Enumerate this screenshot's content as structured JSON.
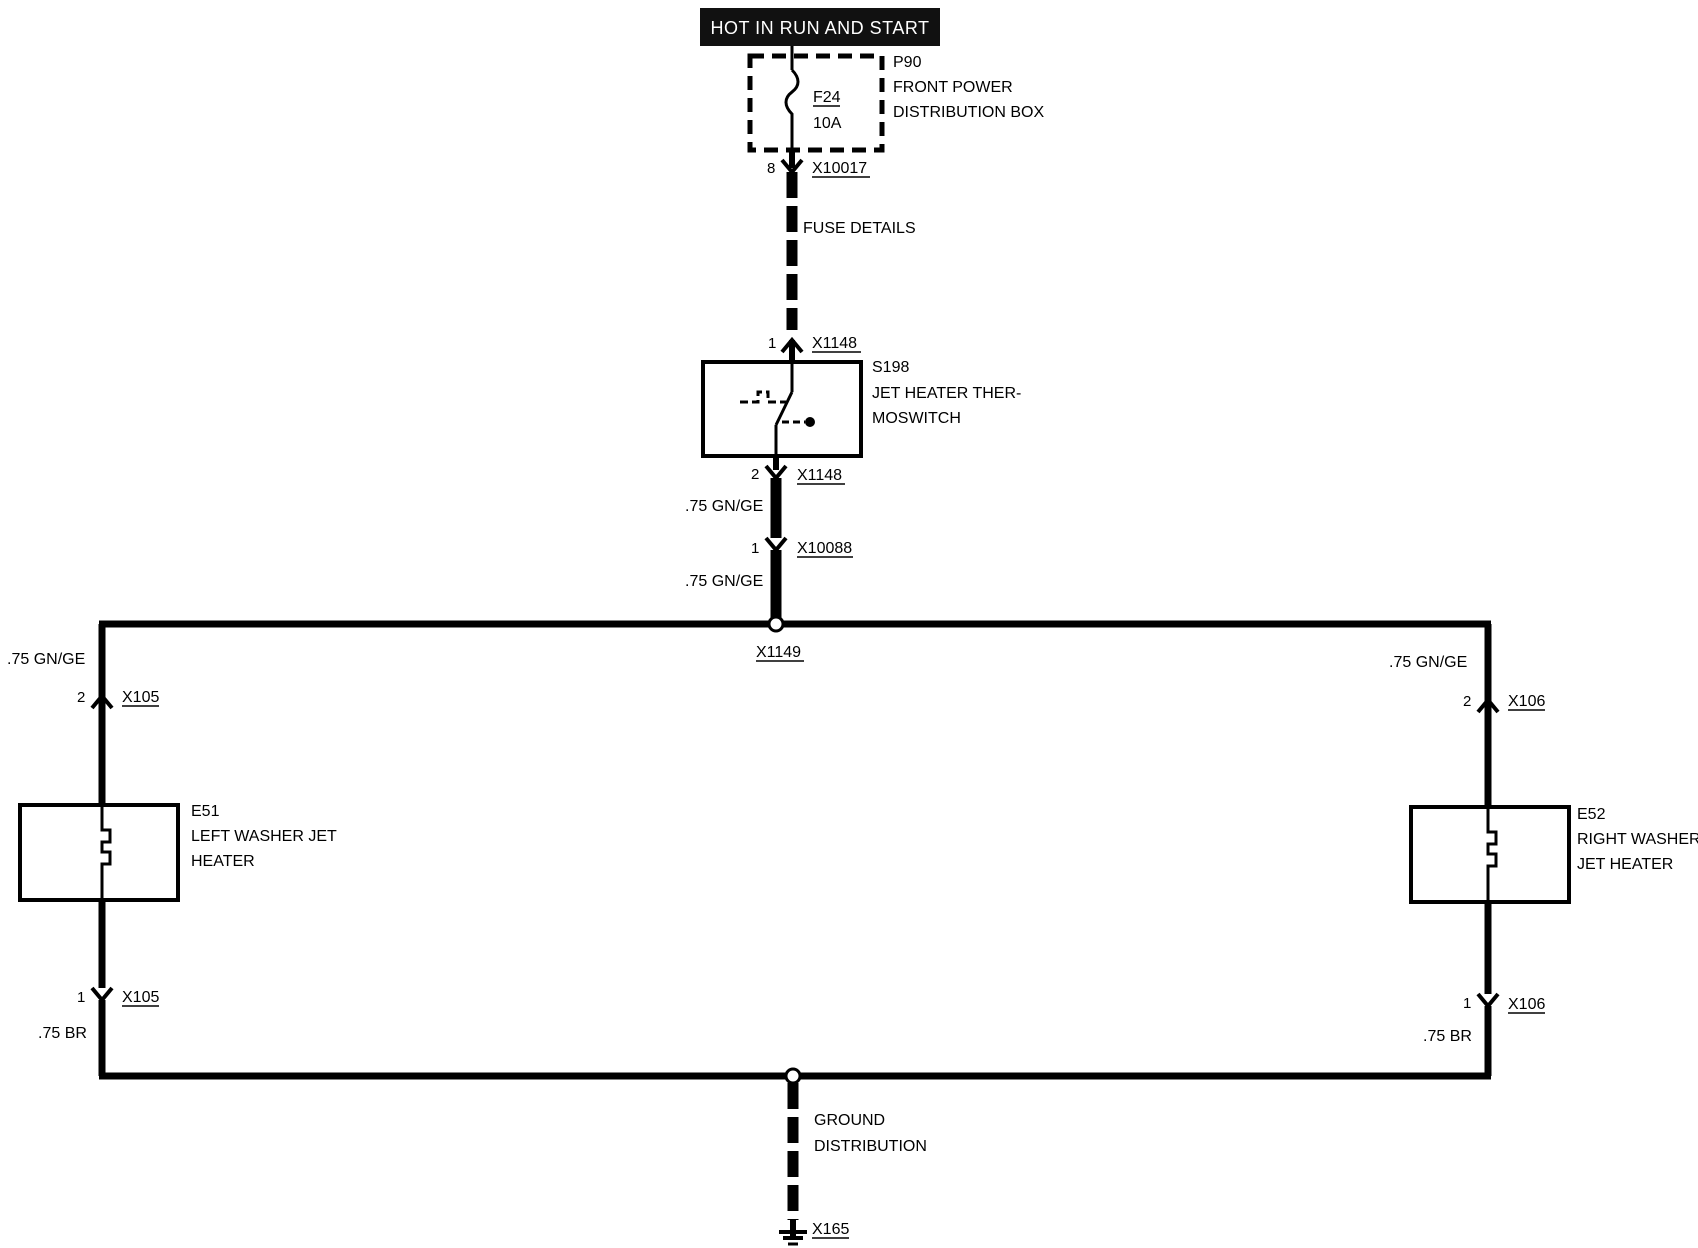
{
  "header": {
    "label": "HOT IN RUN AND START"
  },
  "fuse_box": {
    "id": "P90",
    "name_line1": "FRONT POWER",
    "name_line2": "DISTRIBUTION BOX",
    "fuse_id": "F24",
    "fuse_rating": "10A",
    "pin": "8",
    "connector": "X10017"
  },
  "fuse_details": "FUSE DETAILS",
  "thermoswitch": {
    "id": "S198",
    "name_line1": "JET HEATER THER-",
    "name_line2": "MOSWITCH",
    "in_pin": "1",
    "in_connector": "X1148",
    "out_pin": "2",
    "out_connector": "X1148"
  },
  "wire_gn_ge": ".75 GN/GE",
  "wire_br": ".75 BR",
  "inline_connector": {
    "pin": "1",
    "id": "X10088"
  },
  "splice": {
    "id": "X1149"
  },
  "left_heater": {
    "id": "E51",
    "name_line1": "LEFT WASHER JET",
    "name_line2": "HEATER",
    "top_pin": "2",
    "bottom_pin": "1",
    "connector": "X105"
  },
  "right_heater": {
    "id": "E52",
    "name_line1": "RIGHT WASHER",
    "name_line2": "JET HEATER",
    "top_pin": "2",
    "bottom_pin": "1",
    "connector": "X106"
  },
  "ground": {
    "label_line1": "GROUND",
    "label_line2": "DISTRIBUTION",
    "connector": "X165"
  }
}
